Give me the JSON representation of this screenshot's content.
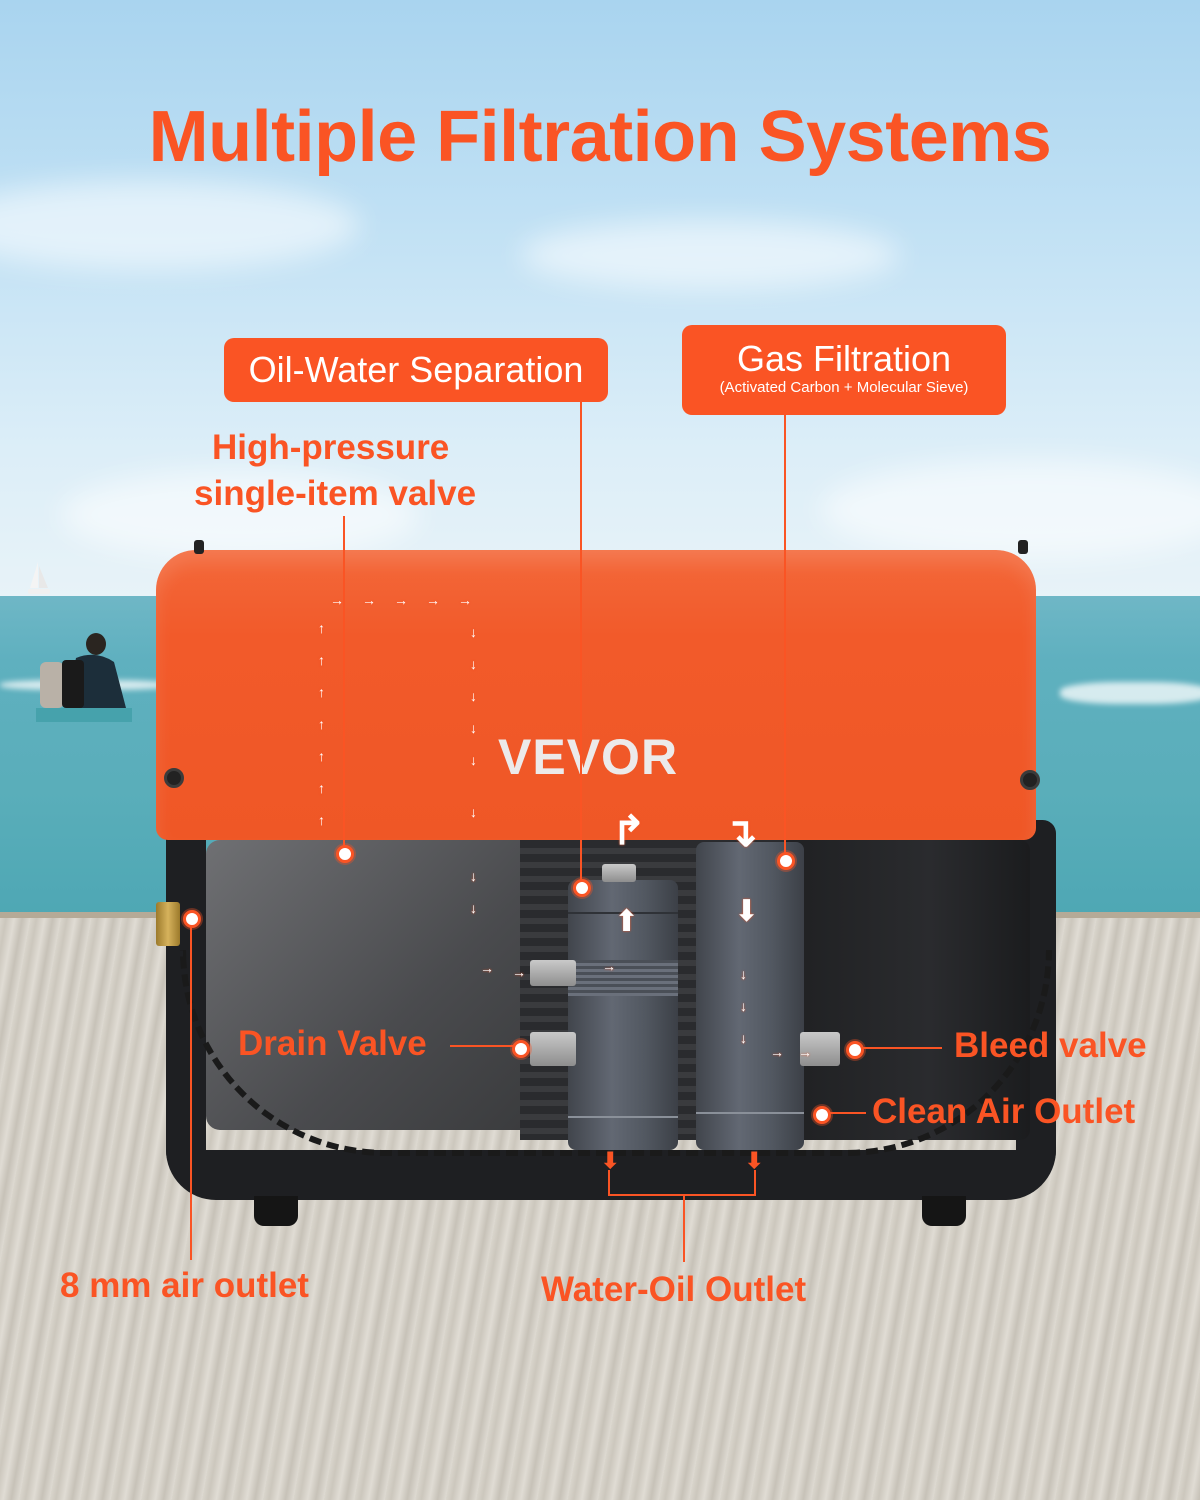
{
  "title": "Multiple Filtration Systems",
  "brand": {
    "logo_text": "VEVOR"
  },
  "labels": {
    "oil_water_separation": "Oil-Water Separation",
    "gas_filtration": "Gas Filtration",
    "gas_filtration_sub": "(Activated Carbon + Molecular Sieve)",
    "high_pressure_line1": "High-pressure",
    "high_pressure_line2": "single-item valve",
    "drain_valve": "Drain Valve",
    "bleed_valve": "Bleed valve",
    "clean_air_outlet": "Clean Air Outlet",
    "air_outlet_8mm": "8 mm air outlet",
    "water_oil_outlet": "Water-Oil Outlet"
  },
  "flow_arrows": {
    "right": "→",
    "up": "↑",
    "down": "↓",
    "big_up": "⬆",
    "big_down": "⬇",
    "turn_right": "↱",
    "turn_down": "↴"
  },
  "colors": {
    "accent": "#fa5424",
    "cover": "#f25a2a",
    "frame": "#1e1f22",
    "label_text": "#ffffff"
  }
}
